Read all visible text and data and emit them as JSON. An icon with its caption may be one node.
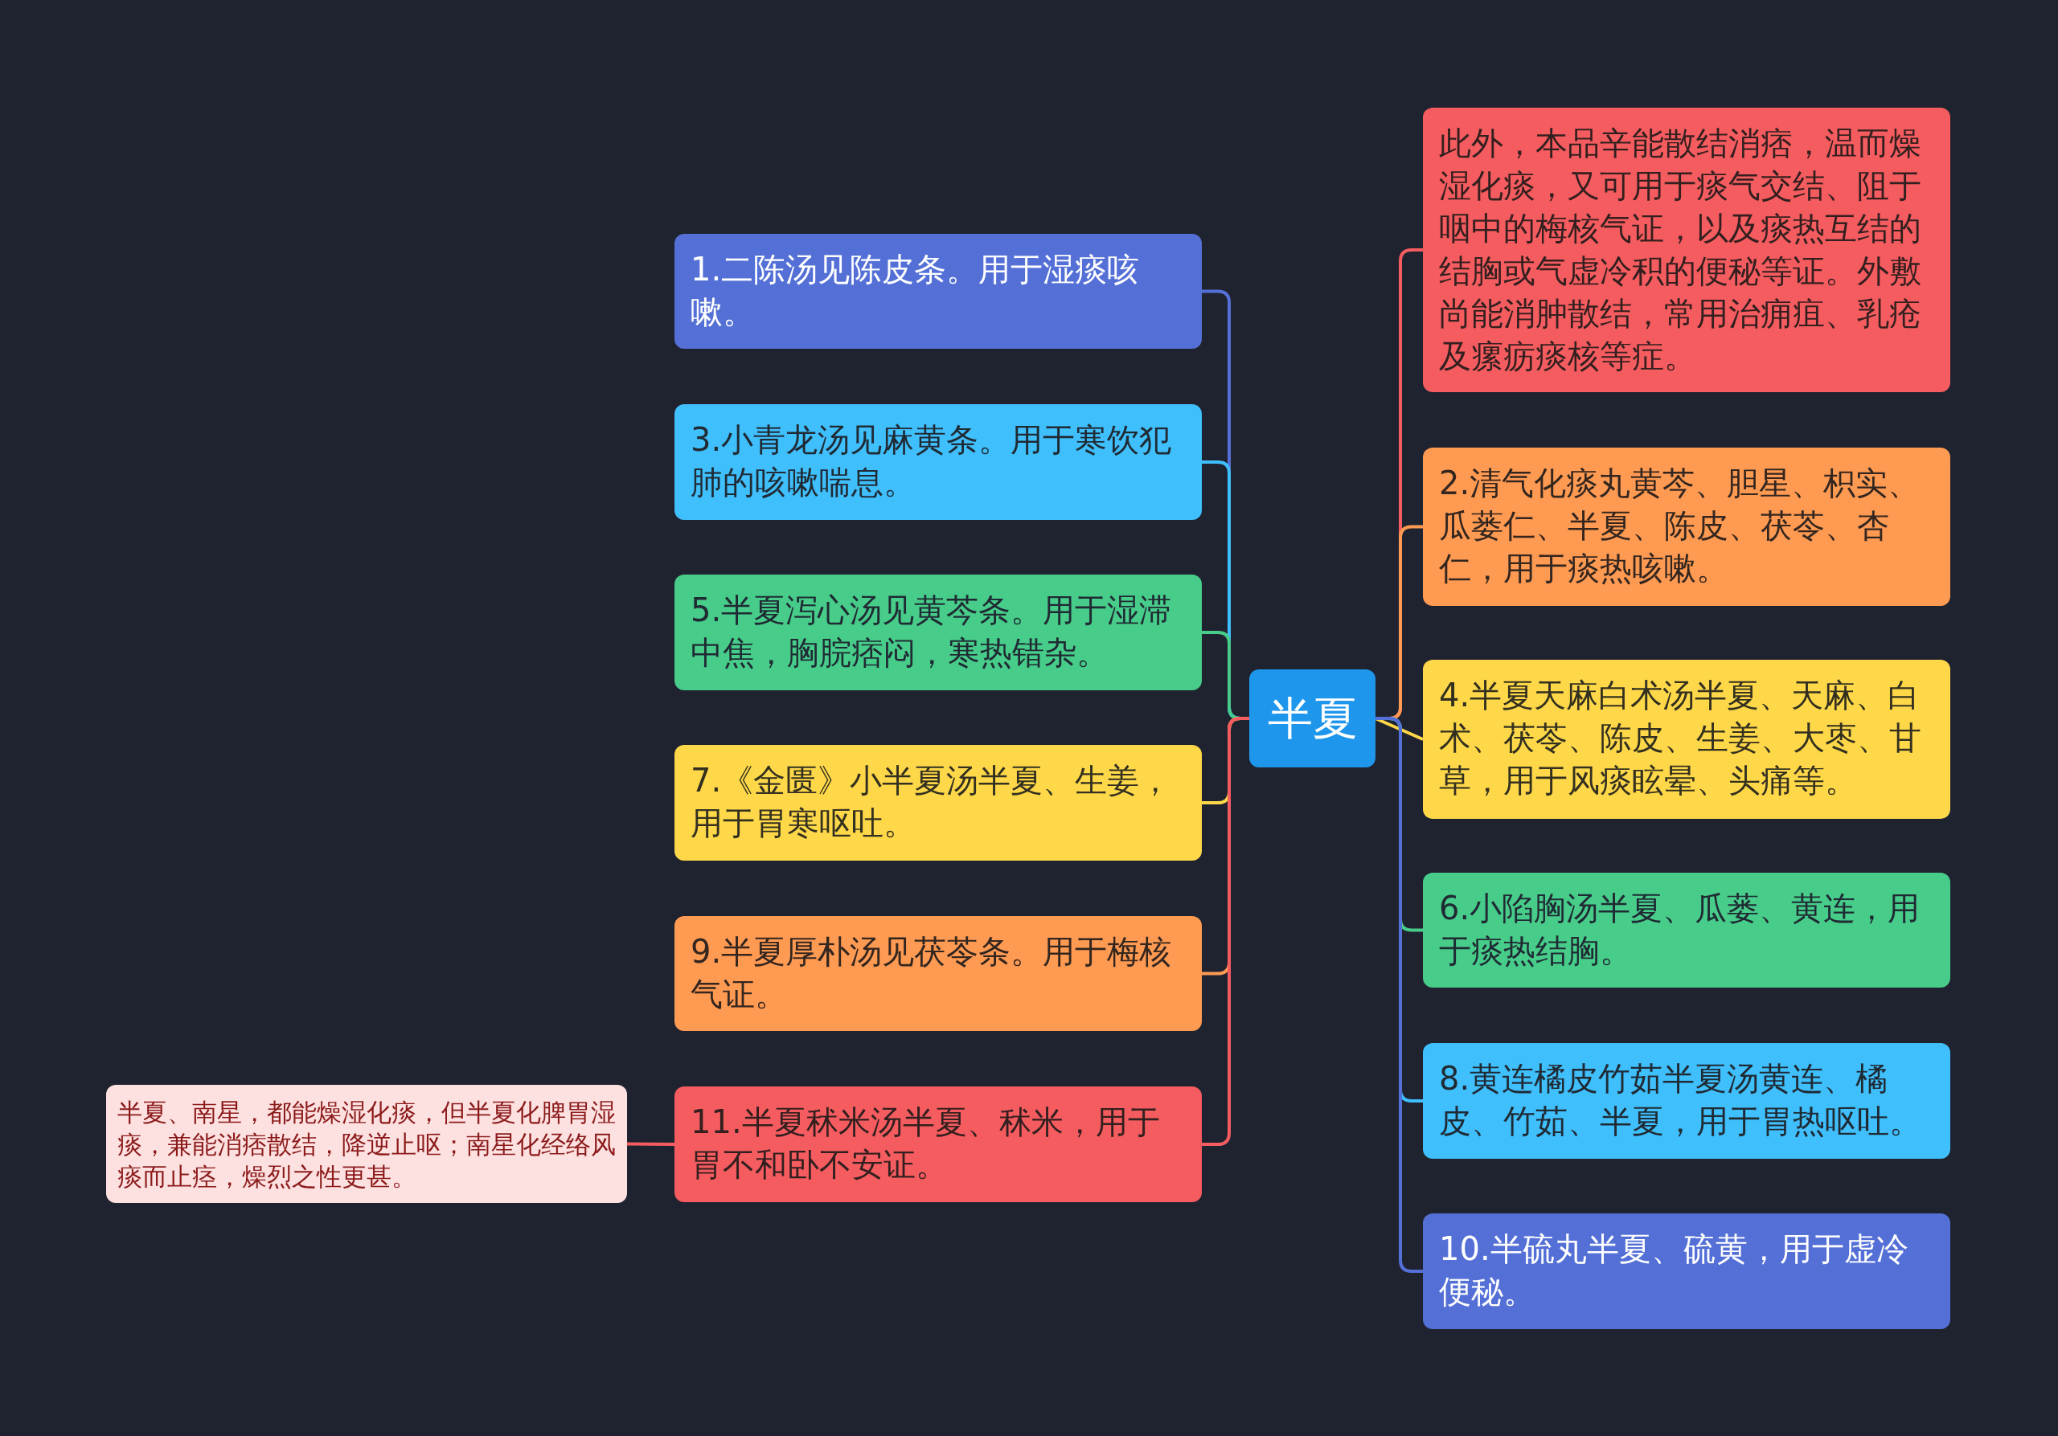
{
  "diagram": {
    "nodes": [
      {
        "text": [
          "半夏"
        ]
      },
      {
        "text": [
          "1.二陈汤见陈皮条。用于湿痰咳嗽。"
        ]
      },
      {
        "text": [
          "3.小青龙汤见麻黄条。用于寒饮犯肺的咳嗽喘息。"
        ]
      },
      {
        "text": [
          "5.半夏泻心汤见黄芩条。用于湿滞中焦，胸脘痞闷，寒热错杂。"
        ]
      },
      {
        "text": [
          "7.《金匮》小半夏汤半夏、生姜，用于胃寒呕吐。"
        ]
      },
      {
        "text": [
          "9.半夏厚朴汤见茯苓条。用于梅核气证。"
        ]
      },
      {
        "text": [
          "11.半夏秫米汤半夏、秫米，用于胃不和卧不安证。"
        ]
      },
      {
        "text": [
          "半夏、南星，都能燥湿化痰，但半夏化脾胃湿痰，兼能消痞散结，降逆止呕；南星化经络风痰而止痉，燥烈之性更甚。"
        ]
      },
      {
        "text": [
          "此外，本品辛能散结消痞，温而燥湿化痰，又可用于痰气交结、阻于咽中的梅核气证，以及痰热互结的结胸或气虚冷积的便秘等证。外敷尚能消肿散结，常用治痈疽、乳疮及瘰疬痰核等症。"
        ]
      },
      {
        "text": [
          "2.清气化痰丸黄芩、胆星、枳实、瓜蒌仁、半夏、陈皮、茯苓、杏仁，用于痰热咳嗽。"
        ]
      },
      {
        "text": [
          "4.半夏天麻白术汤半夏、天麻、白术、茯苓、陈皮、生姜、大枣、甘草，用于风痰眩晕、头痛等。"
        ]
      },
      {
        "text": [
          "6.小陷胸汤半夏、瓜蒌、黄连，用于痰热结胸。"
        ]
      },
      {
        "text": [
          "8.黄连橘皮竹茹半夏汤黄连、橘皮、竹茹、半夏，用于胃热呕吐。"
        ]
      },
      {
        "text": [
          "10.半硫丸半夏、硫黄，用于虚冷便秘。"
        ]
      }
    ],
    "edges": [
      {
        "from": 0,
        "to": 1,
        "arrow": "none",
        "color": "#5470d6"
      },
      {
        "from": 0,
        "to": 2,
        "arrow": "none",
        "color": "#40bffd"
      },
      {
        "from": 0,
        "to": 3,
        "arrow": "none",
        "color": "#47cc8a"
      },
      {
        "from": 0,
        "to": 4,
        "arrow": "none",
        "color": "#ffd84a"
      },
      {
        "from": 0,
        "to": 5,
        "arrow": "none",
        "color": "#ff9a52"
      },
      {
        "from": 0,
        "to": 6,
        "arrow": "none",
        "color": "#f55c5f"
      },
      {
        "from": 6,
        "to": 7,
        "arrow": "none",
        "color": "#f55c5f"
      },
      {
        "from": 0,
        "to": 8,
        "arrow": "none",
        "color": "#f55c5f"
      },
      {
        "from": 0,
        "to": 9,
        "arrow": "none",
        "color": "#ff9a52"
      },
      {
        "from": 0,
        "to": 10,
        "arrow": "none",
        "color": "#ffd84a"
      },
      {
        "from": 0,
        "to": 11,
        "arrow": "none",
        "color": "#47cc8a"
      },
      {
        "from": 0,
        "to": 12,
        "arrow": "none",
        "color": "#40bffd"
      },
      {
        "from": 0,
        "to": 13,
        "arrow": "none",
        "color": "#5470d6"
      }
    ]
  }
}
